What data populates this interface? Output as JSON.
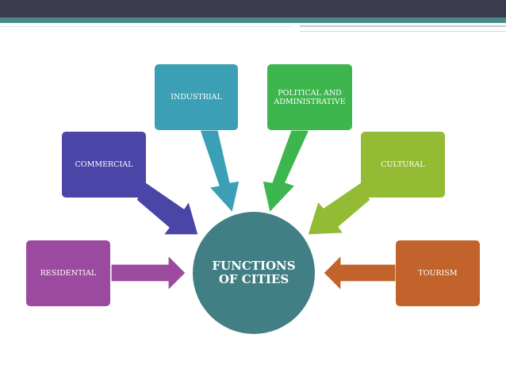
{
  "center": {
    "label": "FUNCTIONS OF CITIES",
    "color": "#417f84"
  },
  "nodes": [
    {
      "id": "residential",
      "label": "RESIDENTIAL",
      "color": "#9c4aa0"
    },
    {
      "id": "commercial",
      "label": "COMMERCIAL",
      "color": "#4b45a8"
    },
    {
      "id": "industrial",
      "label": "INDUSTRIAL",
      "color": "#3ba0b5"
    },
    {
      "id": "political",
      "label": "POLITICAL AND ADMINISTRATIVE",
      "color": "#3cb64d"
    },
    {
      "id": "cultural",
      "label": "CULTURAL",
      "color": "#93bb34"
    },
    {
      "id": "tourism",
      "label": "TOURISM",
      "color": "#c1632a"
    }
  ]
}
